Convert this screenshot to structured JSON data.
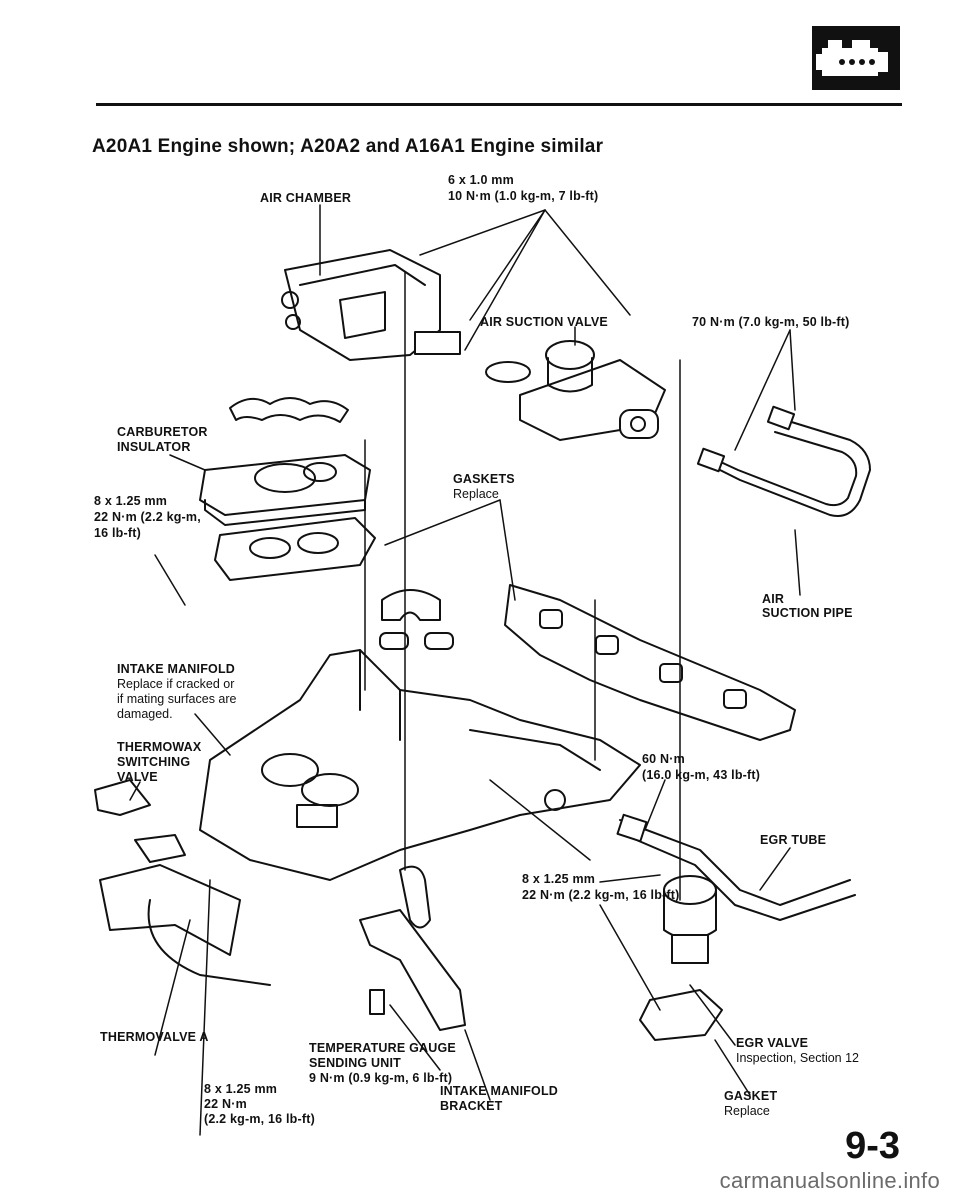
{
  "header": {
    "title": "A20A1 Engine shown; A20A2 and A16A1 Engine similar",
    "section_icon": "engine-section-icon"
  },
  "callouts": {
    "air_chamber": "AIR CHAMBER",
    "bolt_6x1": {
      "size": "6 x 1.0 mm",
      "torque": "10 N·m (1.0 kg-m, 7 lb-ft)"
    },
    "air_suction_valve": "AIR SUCTION VALVE",
    "torque_70": "70 N·m (7.0 kg-m, 50 lb-ft)",
    "carburetor_insulator": {
      "line1": "CARBURETOR",
      "line2": "INSULATOR"
    },
    "gaskets": {
      "line1": "GASKETS",
      "line2": "Replace"
    },
    "bolt_8x125_left": {
      "size": "8 x 1.25 mm",
      "torque1": "22 N·m (2.2 kg-m,",
      "torque2": "16 lb-ft)"
    },
    "air_suction_pipe": {
      "line1": "AIR",
      "line2": "SUCTION PIPE"
    },
    "intake_manifold": {
      "name": "INTAKE MANIFOLD",
      "note1": "Replace if cracked or",
      "note2": "if mating surfaces are",
      "note3": "damaged."
    },
    "thermowax": {
      "line1": "THERMOWAX",
      "line2": "SWITCHING",
      "line3": "VALVE"
    },
    "torque_60": {
      "line1": "60 N·m",
      "line2": "(16.0 kg-m, 43 lb-ft)"
    },
    "egr_tube": "EGR TUBE",
    "bolt_8x125_mid": {
      "size": "8 x 1.25 mm",
      "torque": "22 N·m (2.2 kg-m, 16 lb-ft)"
    },
    "thermovalve_a": "THERMOVALVE A",
    "egr_valve": {
      "name": "EGR VALVE",
      "note": "Inspection, Section 12"
    },
    "temp_gauge": {
      "line1": "TEMPERATURE GAUGE",
      "line2": "SENDING UNIT",
      "line3": "9 N·m (0.9 kg-m, 6 lb-ft)"
    },
    "gasket": {
      "line1": "GASKET",
      "line2": "Replace"
    },
    "bolt_8x125_bottom": {
      "size": "8 x 1.25 mm",
      "line2": "22 N·m",
      "line3": "(2.2 kg-m, 16 lb-ft)"
    },
    "intake_manifold_bracket": {
      "line1": "INTAKE MANIFOLD",
      "line2": "BRACKET"
    }
  },
  "page_number": "9-3",
  "watermark": "carmanualsonline.info"
}
